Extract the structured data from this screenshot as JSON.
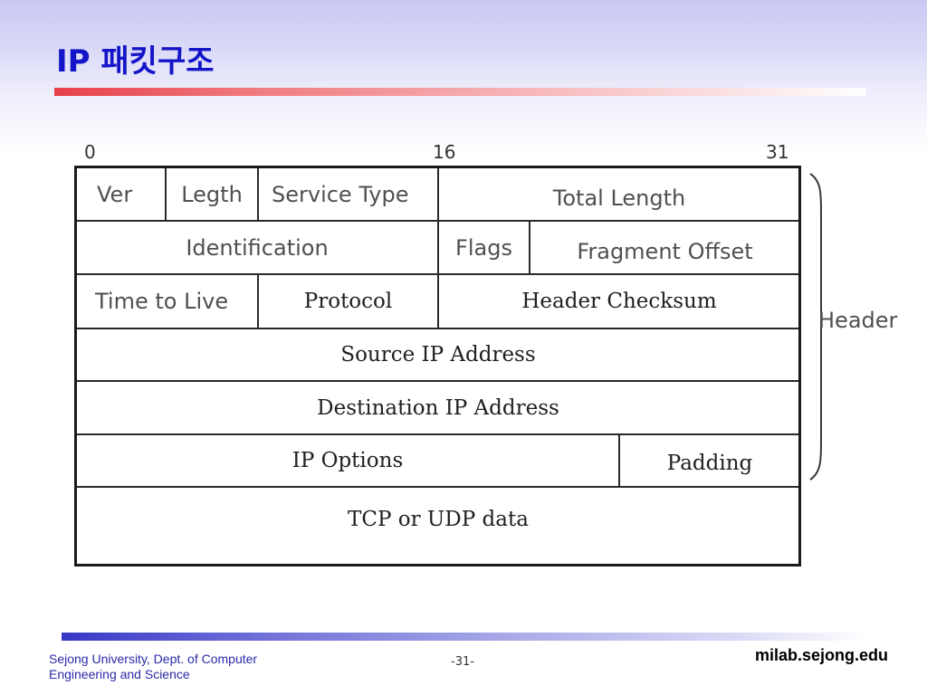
{
  "slide": {
    "title": "IP 패킷구조",
    "page_number": "-31-",
    "footer_org_line1": "Sejong University, Dept. of Computer",
    "footer_org_line2": "Engineering and Science",
    "footer_site": "milab.sejong.edu"
  },
  "diagram": {
    "bit_markers": [
      "0",
      "16",
      "31"
    ],
    "header_label": "Header",
    "fields": {
      "ver": "Ver",
      "length": "Legth",
      "service_type": "Service Type",
      "total_length": "Total Length",
      "identification": "Identification",
      "flags": "Flags",
      "fragment_offset": "Fragment Offset",
      "ttl": "Time to Live",
      "protocol": "Protocol",
      "header_checksum": "Header Checksum",
      "source_ip": "Source IP Address",
      "destination_ip": "Destination IP Address",
      "ip_options": "IP Options",
      "padding": "Padding",
      "payload": "TCP or  UDP data"
    }
  },
  "colors": {
    "title": "#1414c8",
    "title_rule": "#e8404a",
    "footer_rule": "#3838c8"
  }
}
